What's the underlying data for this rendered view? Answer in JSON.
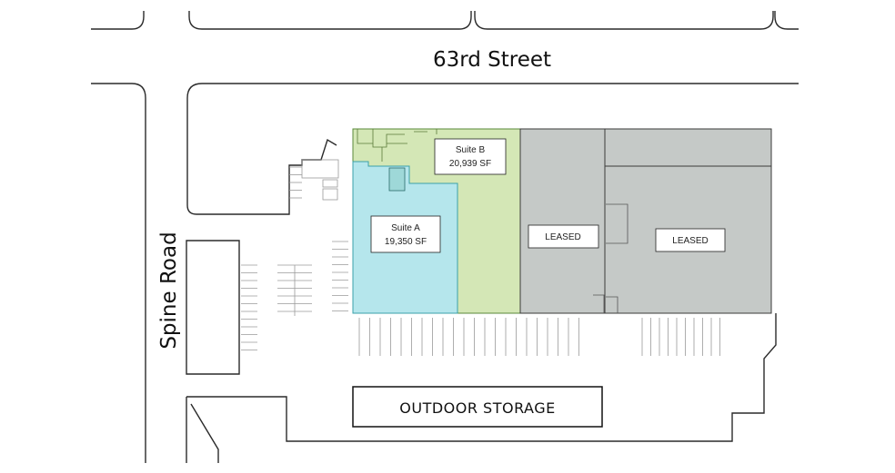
{
  "streets": {
    "top": "63rd Street",
    "left": "Spine Road"
  },
  "suites": [
    {
      "name": "Suite A",
      "area": "19,350 SF",
      "color": "#b5e6ec"
    },
    {
      "name": "Suite B",
      "area": "20,939 SF",
      "color": "#d4e7b6"
    }
  ],
  "leased": [
    {
      "label": "LEASED",
      "color": "#c5c9c7"
    },
    {
      "label": "LEASED",
      "color": "#c5c9c7"
    }
  ],
  "outdoor_storage": "OUTDOOR STORAGE"
}
